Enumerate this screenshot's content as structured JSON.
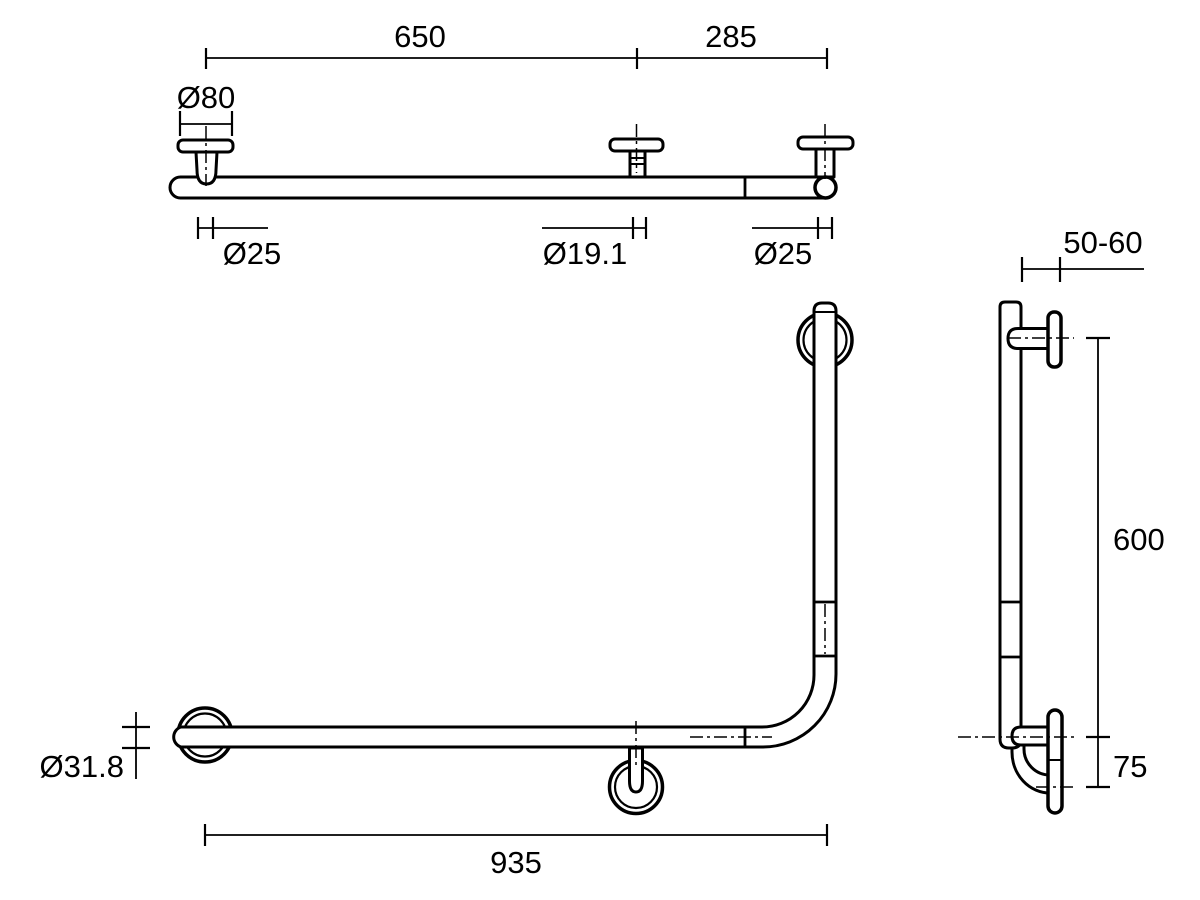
{
  "colors": {
    "line": "#000000",
    "background": "#ffffff"
  },
  "labels": {
    "top_view": {
      "span_left": "650",
      "span_right": "285",
      "flange_diameter": "Ø80",
      "left_post_diameter": "Ø25",
      "middle_post_diameter": "Ø19.1",
      "right_post_diameter": "Ø25"
    },
    "front_view": {
      "tube_diameter": "Ø31.8",
      "overall_length": "935"
    },
    "side_view": {
      "wall_clearance": "50-60",
      "vertical_length": "600",
      "support_drop": "75"
    }
  }
}
